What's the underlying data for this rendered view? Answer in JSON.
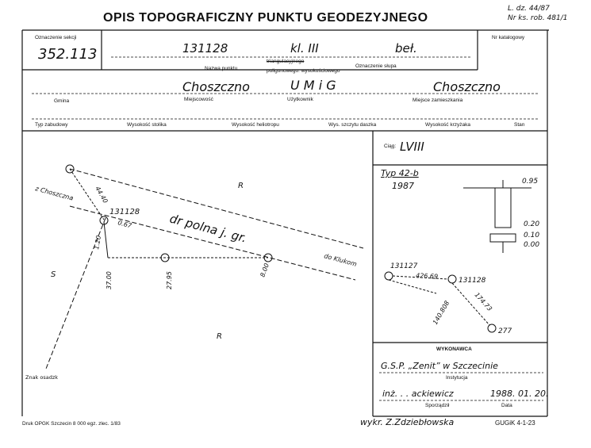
{
  "header": {
    "title": "OPIS TOPOGRAFICZNY PUNKTU GEODEZYJNEGO",
    "ref_line1": "L. dz. 44/87",
    "ref_line2": "Nr ks. rob. 481/1"
  },
  "row1": {
    "section_label": "Oznaczenie sekcji",
    "section_value": "352.113",
    "point_number": "131128",
    "class_value": "kl. III",
    "post_value": "beł.",
    "catalog_label": "Nr katalogowy",
    "name_label": "Nazwa punktu",
    "type_triangulation": "triangulacyjnego",
    "type_polygon": "poligonowego: wysokościowego",
    "post_label": "Oznaczenie słupa"
  },
  "row2": {
    "gmina_value": "Choszczno",
    "user_value": "U M i G",
    "residence_value": "Choszczno",
    "gmina_label": "Gmina",
    "locality_label": "Miejscowość",
    "user_label": "Użytkownik",
    "residence_label": "Miejsce zamieszkania"
  },
  "row3": {
    "labels": [
      "Typ zabudowy",
      "Wysokość stolika",
      "Wysokość heliotropu",
      "Wys. szczytu daszka",
      "Wysokość krzyżaka",
      "Stan"
    ]
  },
  "sketch": {
    "road_from": "z Choszczna",
    "road_to": "do Klukom",
    "road_name": "dr polna j. gr.",
    "point_label": "131128",
    "dist_a": "44.40",
    "dist_b": "0.67",
    "dist_c": "1.20",
    "dist_d": "37.00",
    "dist_e": "27.95",
    "dist_f": "8.00",
    "area_r1": "R",
    "area_r2": "R",
    "area_s": "S",
    "znak_label": "Znak osadzk"
  },
  "right": {
    "ciag_label": "Ciąg:",
    "ciag_value": "LVIII",
    "typ_value": "Typ 42-b",
    "year_value": "1987",
    "depth_value": "0.95",
    "h1": "0.20",
    "h2": "0.10",
    "h3": "0.00",
    "pt1": "131127",
    "pt2": "131128",
    "pt3": "277",
    "d1": "426.69",
    "d2": "140.808",
    "d3": "174.73"
  },
  "execution": {
    "header": "WYKONAWCA",
    "institution_value": "G.S.P. „Zenit” w Szczecinie",
    "institution_label": "Instytucja",
    "author_value": "inż. . . ackiewicz",
    "date_value": "1988. 01. 20.",
    "author_label": "Sporządził",
    "date_label": "Data"
  },
  "footer": {
    "printer": "Druk OPGK Szczecin 8 000 egz. zlec. 1/83",
    "drawn_by": "wykr. Z.Zdziebłowska",
    "code": "GUGiK 4-1-23"
  }
}
